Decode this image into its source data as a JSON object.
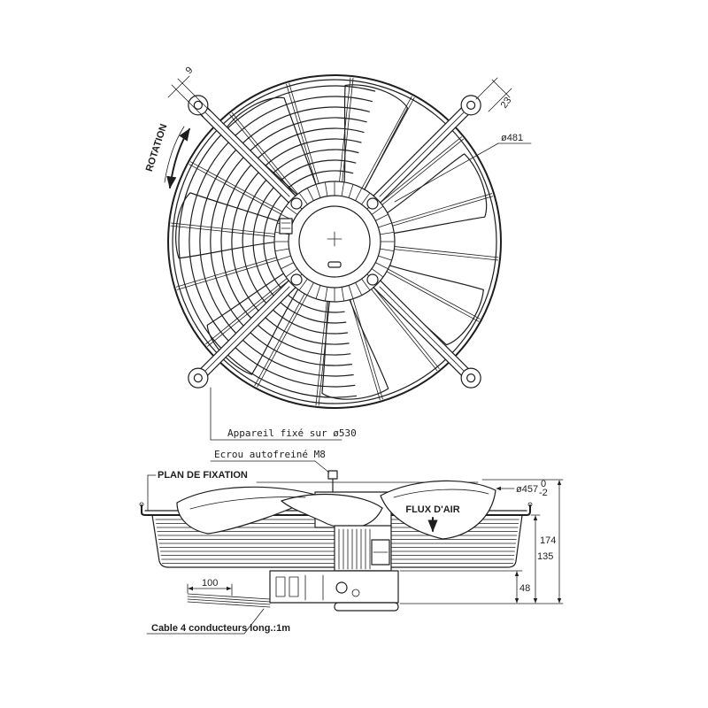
{
  "front_view": {
    "rotation_label": "ROTATION",
    "lug_dimension": "9",
    "lug_offset_dimension": "23",
    "guard_diameter": "ø481",
    "mount_label": "Appareil fixé sur ø530"
  },
  "side_view": {
    "nut_label": "Ecrou autofreiné M8",
    "plane_label": "PLAN DE FIXATION",
    "blade_diameter": "ø457",
    "tolerance_upper": "0",
    "tolerance_lower": "-2",
    "airflow_label": "FLUX D'AIR",
    "total_depth": "174",
    "basket_depth": "135",
    "motor_depth": "48",
    "cable_strip_length": "100",
    "cable_label": "Cable 4 conducteurs long.:1m"
  }
}
